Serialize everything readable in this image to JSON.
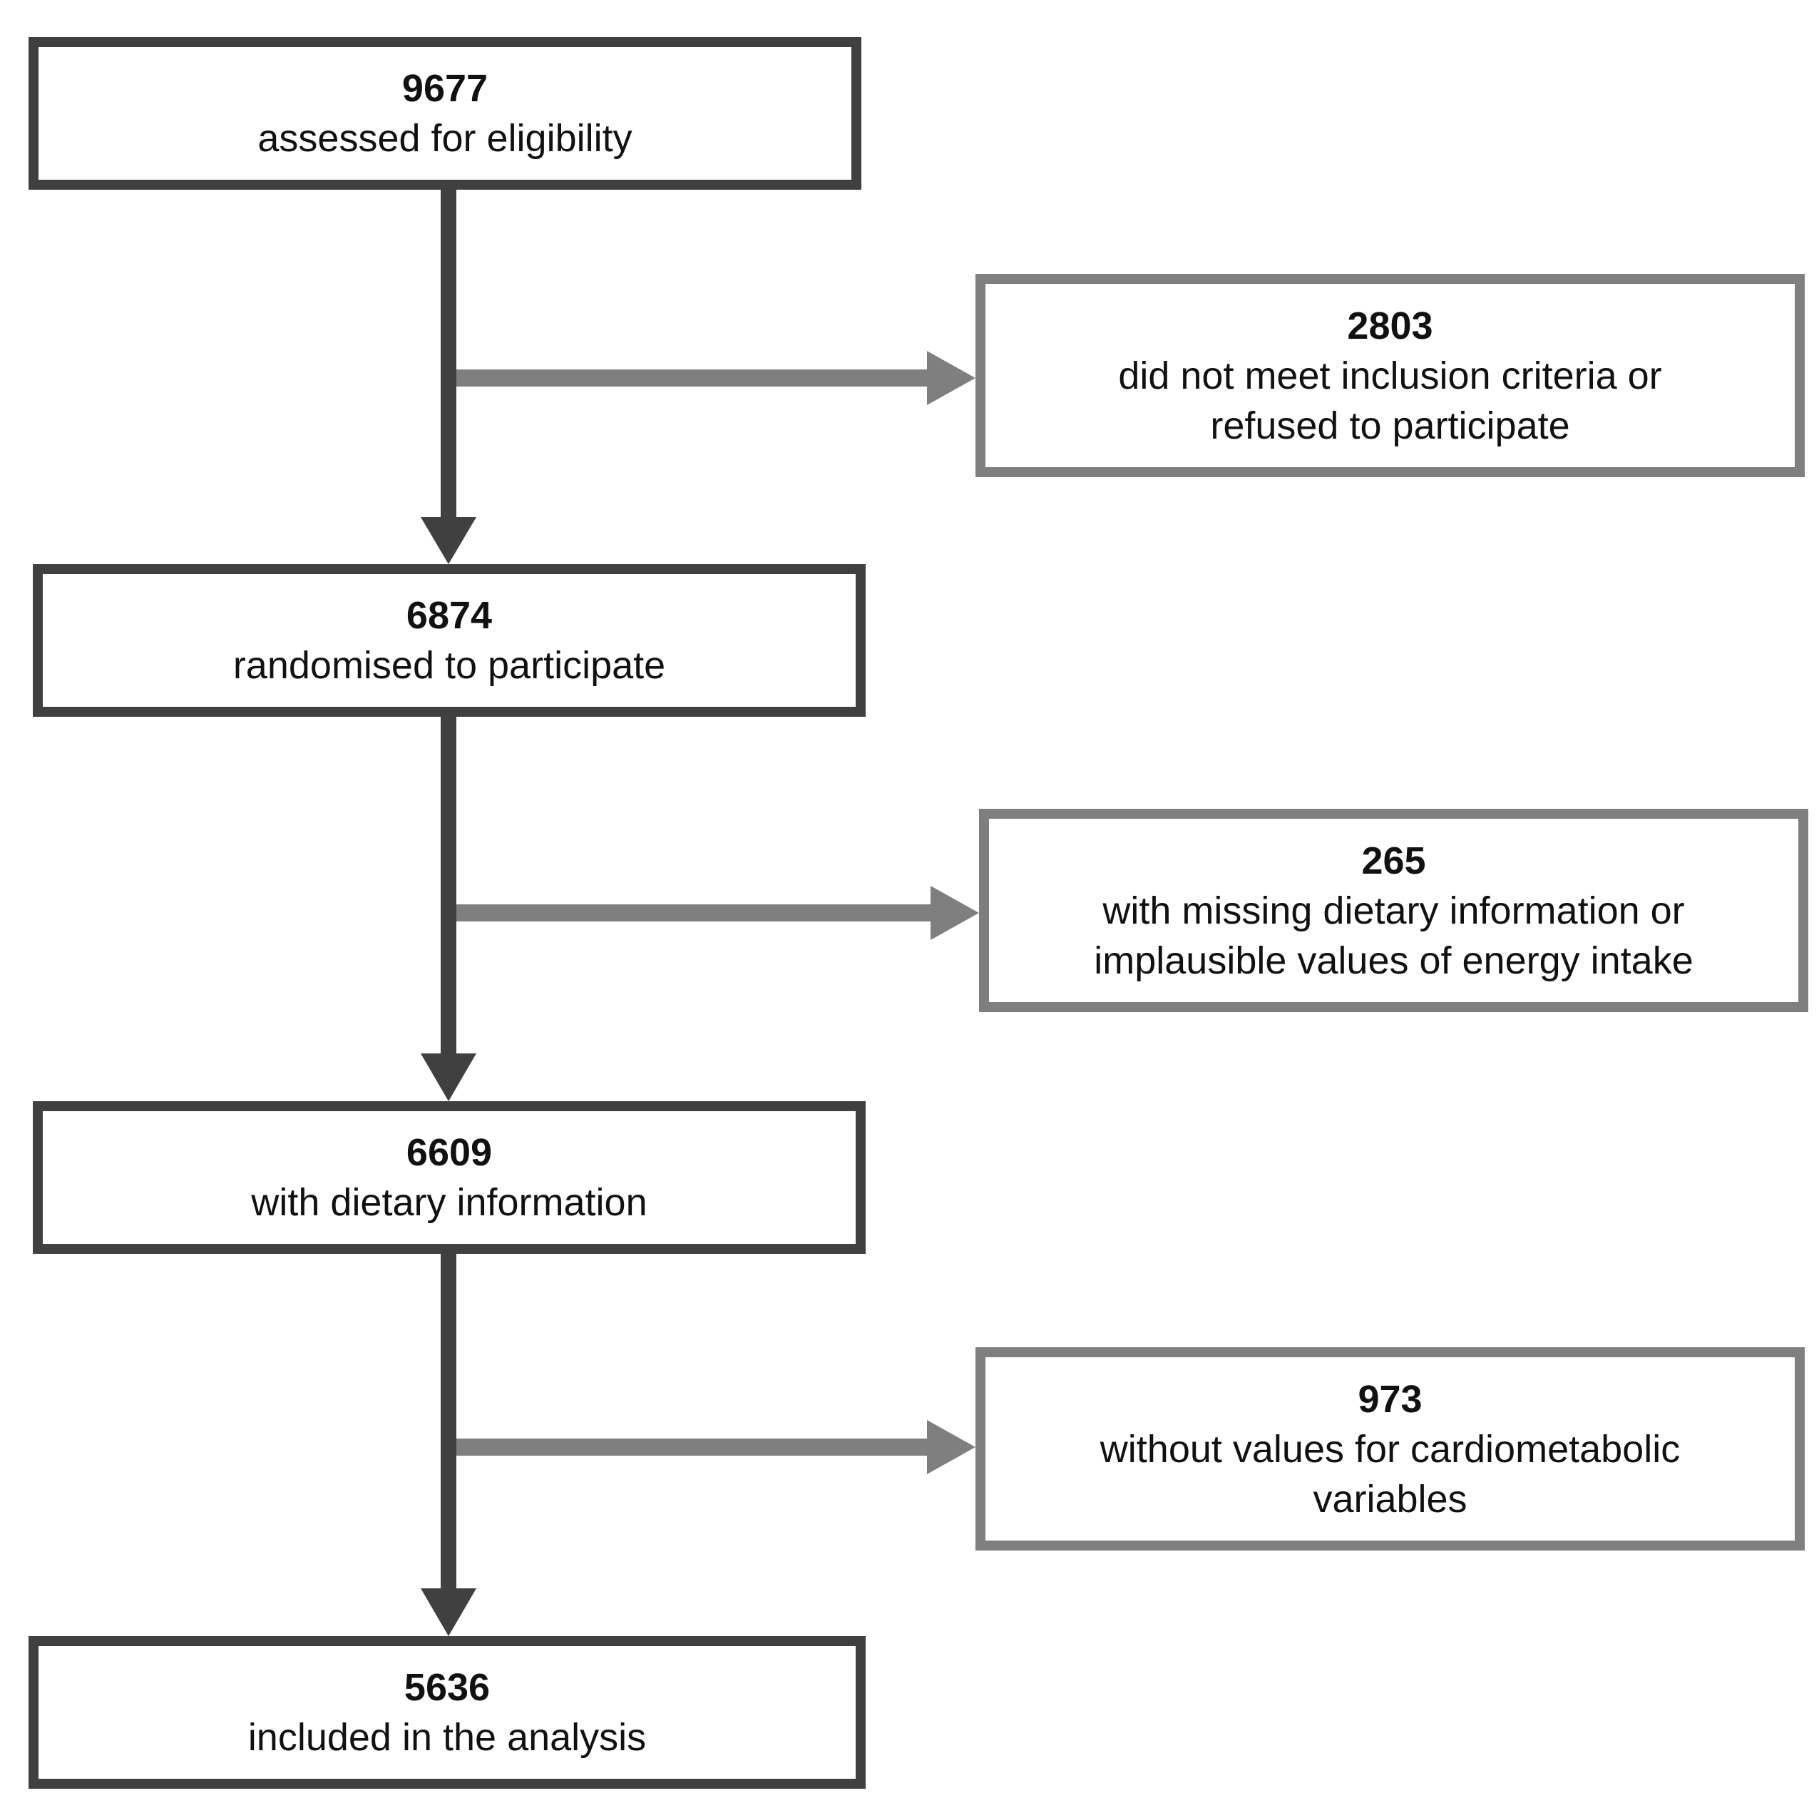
{
  "steps": [
    {
      "count": "9677",
      "label": "assessed for eligibility"
    },
    {
      "count": "6874",
      "label": "randomised to participate"
    },
    {
      "count": "6609",
      "label": "with dietary information"
    },
    {
      "count": "5636",
      "label": "included in the analysis"
    }
  ],
  "exclusions": [
    {
      "count": "2803",
      "line1": "did not meet inclusion criteria or",
      "line2": "refused to participate"
    },
    {
      "count": "265",
      "line1": "with missing dietary information or",
      "line2": "implausible values of energy intake"
    },
    {
      "count": "973",
      "line1": "without values for cardiometabolic",
      "line2": "variables"
    }
  ],
  "colors": {
    "main_flow": "#404040",
    "exclusion_flow": "#7f7f7f"
  }
}
